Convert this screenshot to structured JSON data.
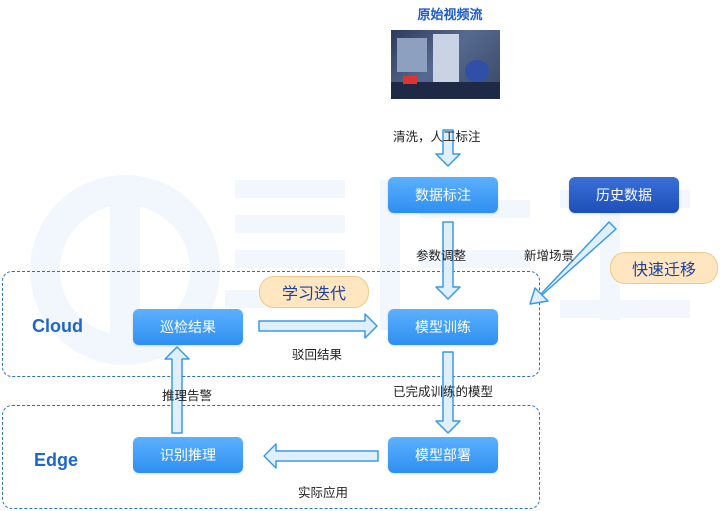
{
  "source": {
    "title": "原始视频流"
  },
  "zones": {
    "cloud": "Cloud",
    "edge": "Edge"
  },
  "boxes": {
    "annotate": "数据标注",
    "history": "历史数据",
    "patrol": "巡检结果",
    "train": "模型训练",
    "recognize": "识别推理",
    "deploy": "模型部署"
  },
  "edge_labels": {
    "clean": "清洗，人工标注",
    "tune": "参数调整",
    "new_scene": "新增场景",
    "reject": "驳回结果",
    "trained": "已完成训练的模型",
    "alarm": "推理告警",
    "apply": "实际应用"
  },
  "badges": {
    "iterate": "学习迭代",
    "migrate": "快速迁移"
  },
  "colors": {
    "box": "#3d9cf7",
    "box_dark": "#2a5fcc",
    "arrow_fill": "#dff0fc",
    "arrow_stroke": "#3a9ae8",
    "dashed": "#2b6fce",
    "badge": "#fde6c0"
  }
}
